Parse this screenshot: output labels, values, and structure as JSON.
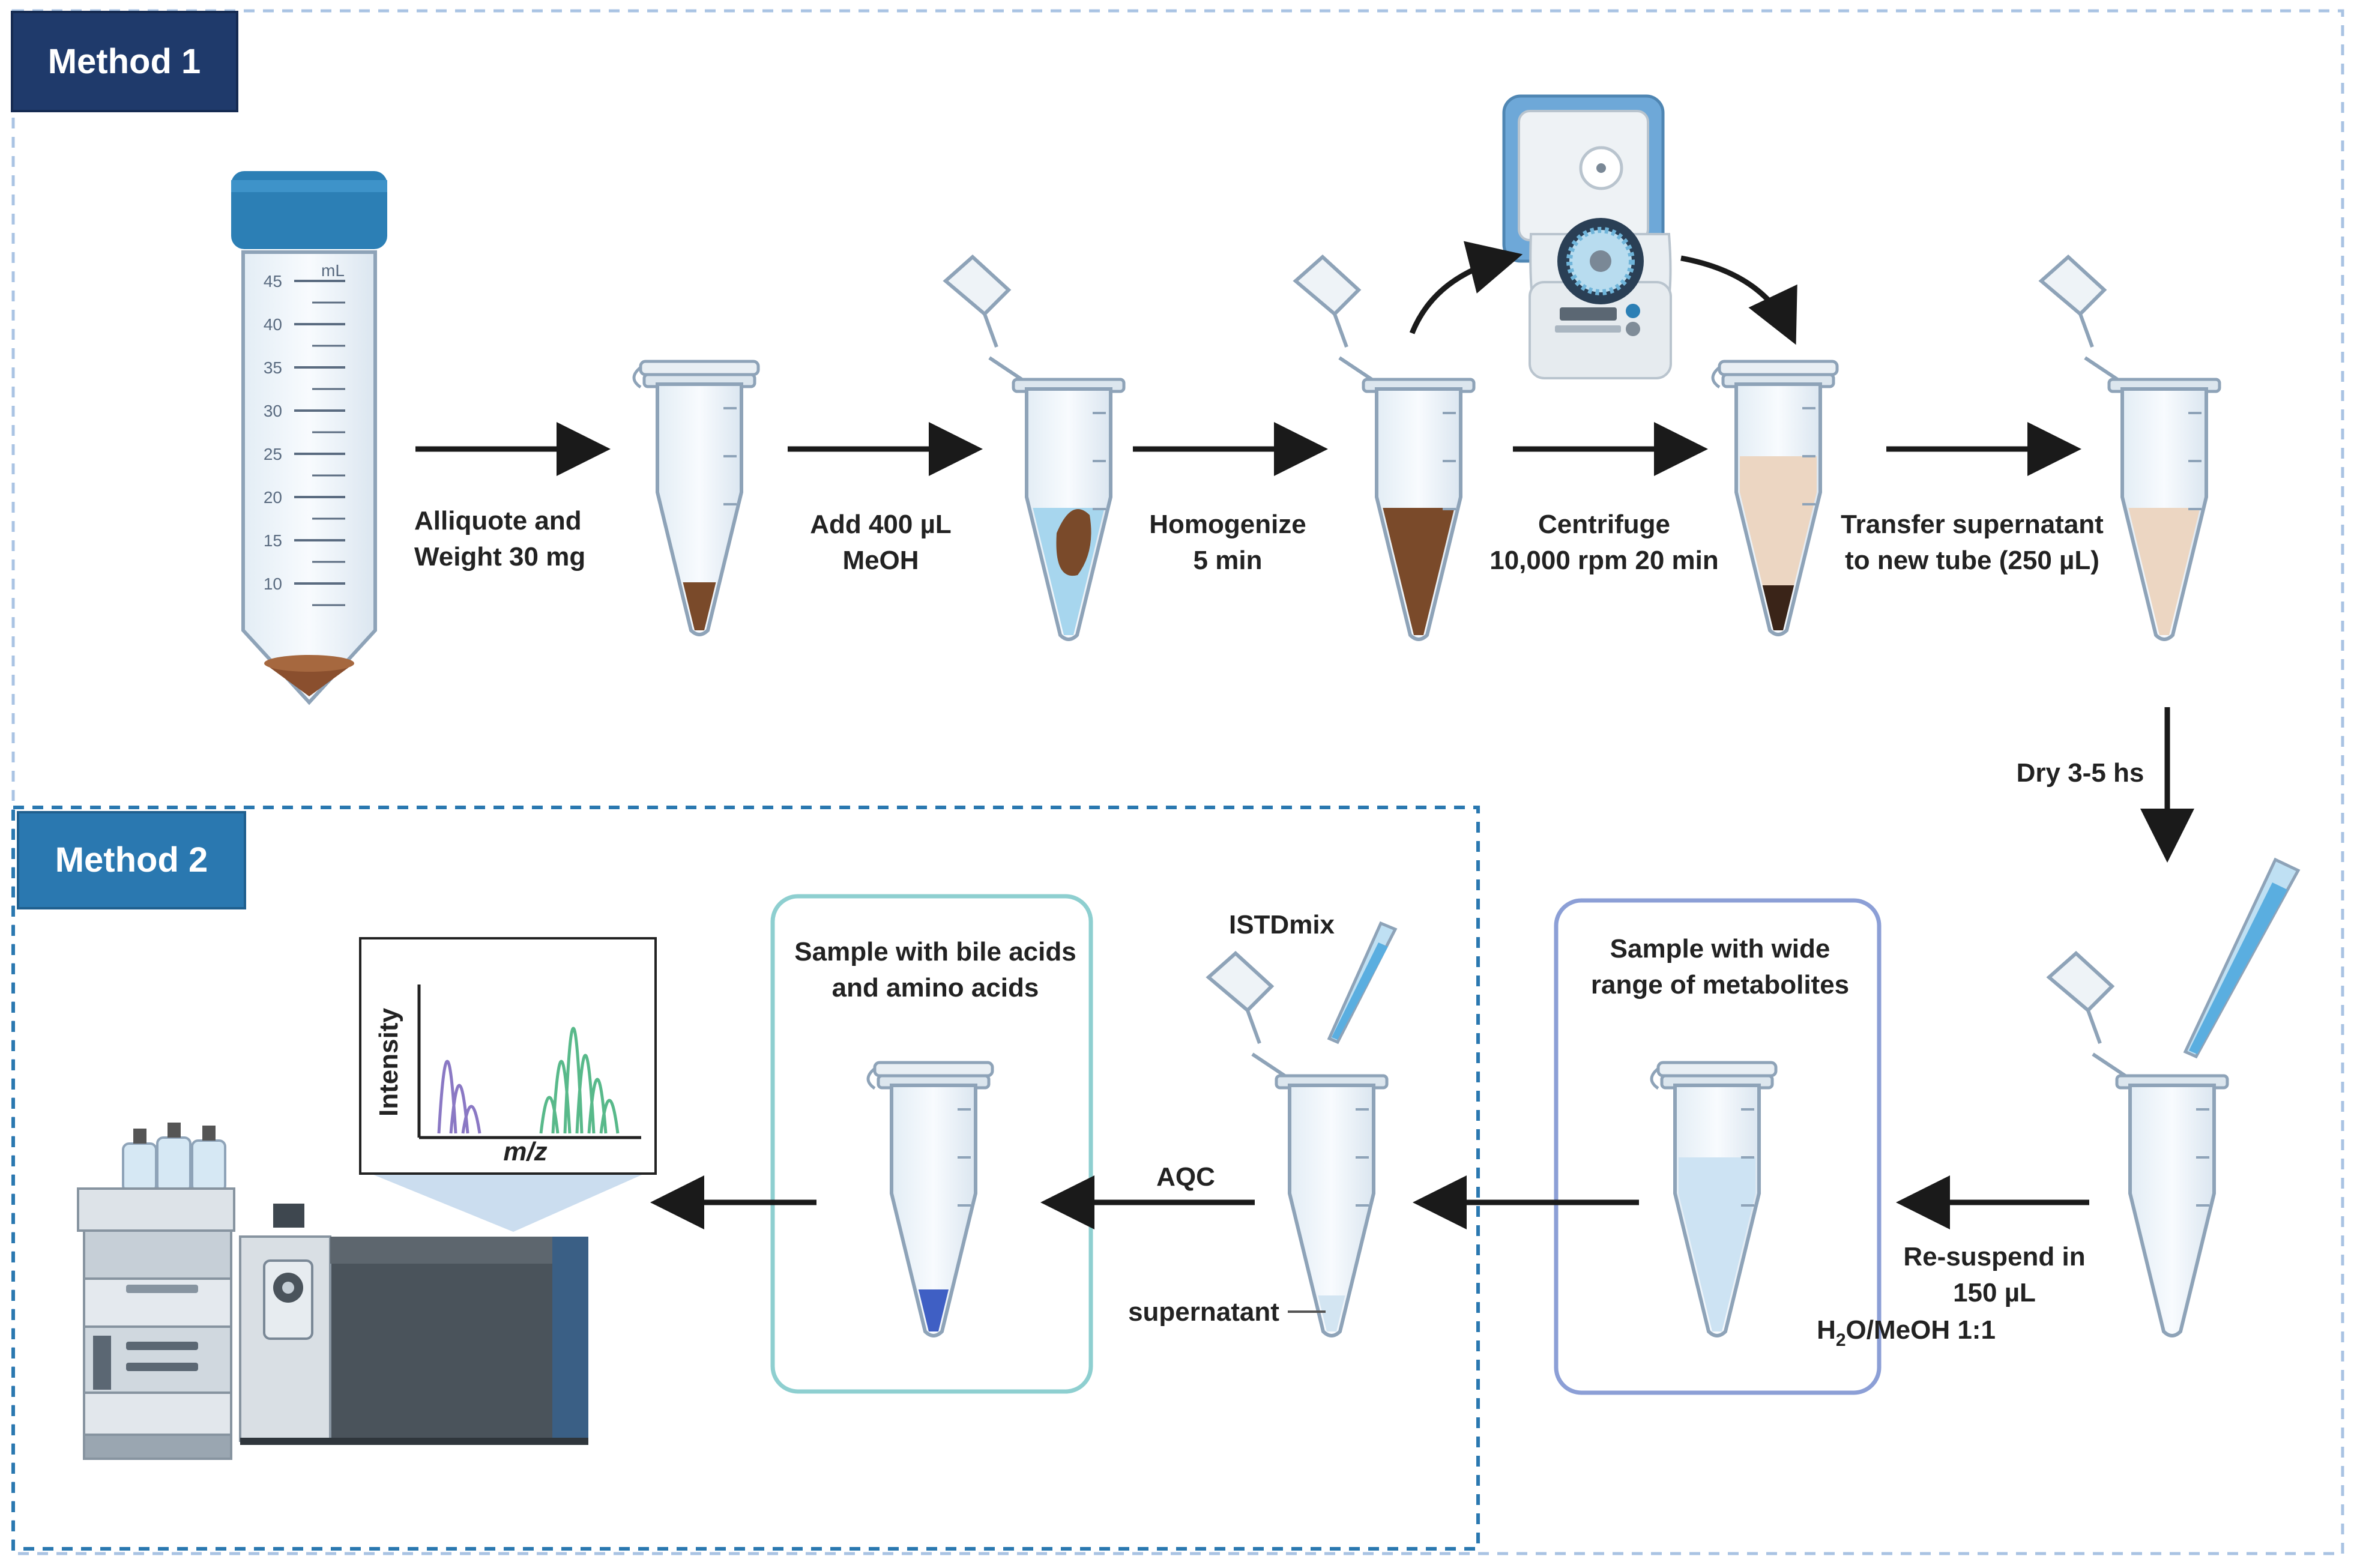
{
  "methods": {
    "method1": "Method  1",
    "method2": "Method  2"
  },
  "falcon_tube": {
    "unit": "mL",
    "ticks": [
      "45",
      "40",
      "35",
      "30",
      "25",
      "20",
      "15",
      "10"
    ]
  },
  "steps": {
    "aliquot": [
      "Alliquote and",
      "Weight 30 mg"
    ],
    "add_meoh": [
      "Add 400 µL",
      "MeOH"
    ],
    "homogenize": [
      "Homogenize",
      "5 min"
    ],
    "centrifuge": [
      "Centrifuge",
      "10,000 rpm 20 min"
    ],
    "transfer": [
      "Transfer supernatant",
      "to new tube (250 µL)"
    ],
    "dry": "Dry 3-5 hs",
    "resuspend": [
      "Re-suspend in",
      "150 µL",
      "H",
      "2",
      "O/MeOH 1:1"
    ],
    "wide_range": [
      "Sample with wide",
      "range of metabolites"
    ],
    "istd": "ISTDmix",
    "supernatant": "supernatant",
    "aqc": "AQC",
    "bile_amino": [
      "Sample with bile acids",
      "and amino acids"
    ]
  },
  "spectrum": {
    "ylabel": "Intensity",
    "xlabel": "m/z"
  },
  "colors": {
    "method1_badge": "#1f3a6b",
    "method2_badge": "#2a78b0",
    "method1_border": "#a9c3e3",
    "method2_border": "#2a78b0",
    "brown_sample": "#7a4a2a",
    "blue_liquid": "#a7d6ee",
    "supernatant_beige": "#ecd6c2",
    "teal_box": "#8ecfd0",
    "lavender_box": "#8c9fd6",
    "dark_blue_sample": "#3f5fc4",
    "peak_purple": "#8a78c4",
    "peak_green": "#58b98a"
  }
}
